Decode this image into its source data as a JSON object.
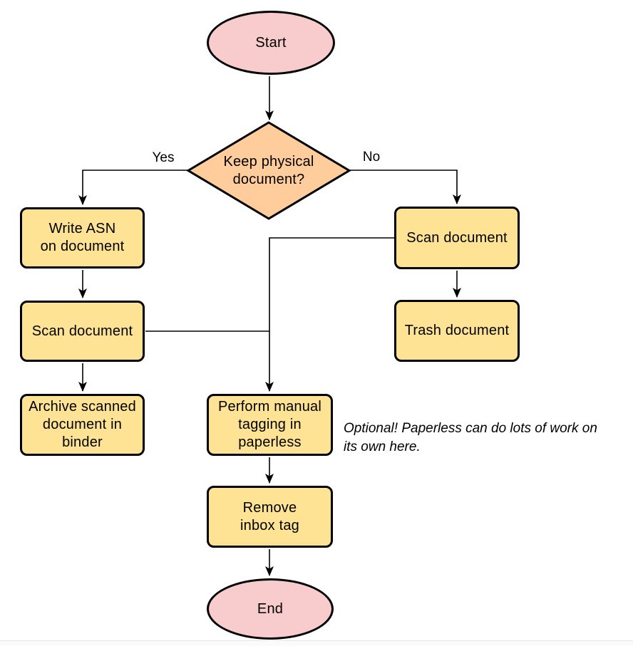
{
  "colors": {
    "terminal-fill": "#F8CBCC",
    "decision-fill": "#FFCC9C",
    "process-fill": "#FEE395",
    "shape-stroke": "#000000",
    "edge-stroke": "#000000"
  },
  "nodes": {
    "start": {
      "type": "terminal",
      "label": "Start"
    },
    "decision": {
      "type": "decision",
      "label": "Keep physical\ndocument?"
    },
    "write_asn": {
      "type": "process",
      "label": "Write ASN\non document"
    },
    "scan_left": {
      "type": "process",
      "label": "Scan document"
    },
    "archive": {
      "type": "process",
      "label": "Archive scanned\ndocument in\nbinder"
    },
    "scan_right": {
      "type": "process",
      "label": "Scan document"
    },
    "trash": {
      "type": "process",
      "label": "Trash document"
    },
    "perform_tagging": {
      "type": "process",
      "label": "Perform manual\ntagging in\npaperless"
    },
    "remove_inbox": {
      "type": "process",
      "label": "Remove\ninbox tag"
    },
    "end": {
      "type": "terminal",
      "label": "End"
    }
  },
  "edge_labels": {
    "yes": "Yes",
    "no": "No"
  },
  "annotation": {
    "text": "Optional! Paperless can do lots of work on\nits own here."
  }
}
